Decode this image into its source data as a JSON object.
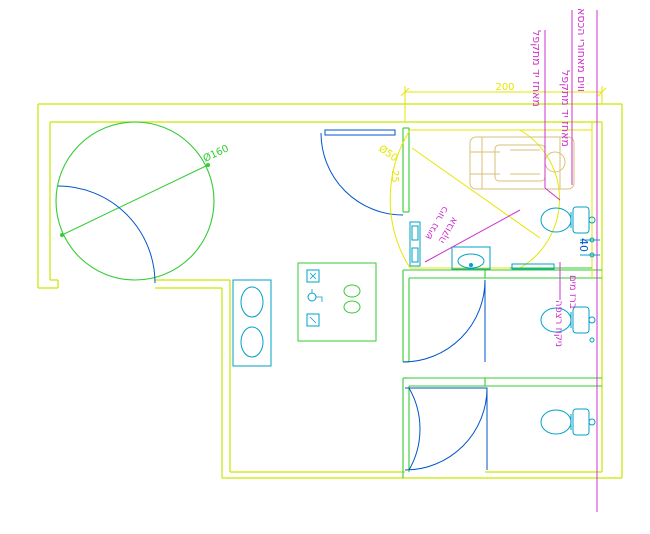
{
  "plan": {
    "dimensions": {
      "top_width": "200",
      "circle_diameter": "Ø160",
      "door_dim": "Ø50",
      "grab_bar_dim": "25",
      "toilet_offset": "40"
    },
    "annotations": {
      "right_vertical_1": "ווים מאחורי הכסא",
      "right_vertical_2": "מאחז יד מתקפל",
      "right_vertical_3": "מאחז יד מתקפל",
      "accessible_basin": "כיור נגיש",
      "accessible_basin_sub": "אבוקה",
      "stall_note_1": "ברז מים",
      "stall_note_2": "ניקוז רצפה"
    },
    "colors": {
      "wall": "#c8e600",
      "wall_inner": "#33cc33",
      "fixture": "#00a0c8",
      "door_arc": "#0055cc",
      "turning_circle": "#33cc33",
      "clearance_zone": "#e6e600",
      "annotation": "#cc33cc",
      "background": "#ffffff"
    }
  }
}
